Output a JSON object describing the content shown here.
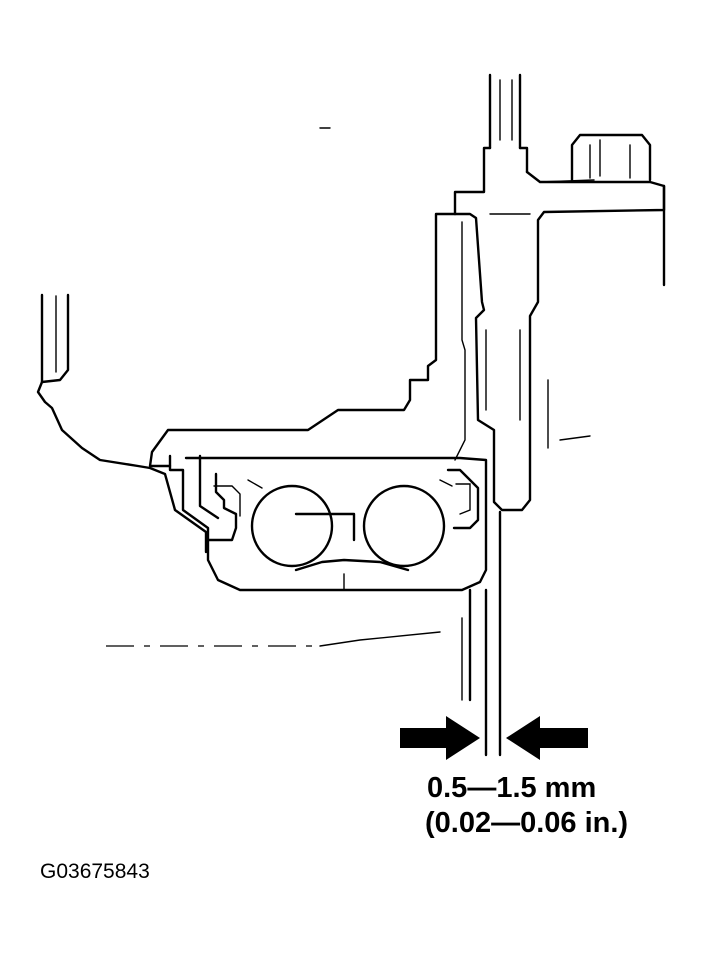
{
  "figure": {
    "measurement": {
      "metric": "0.5—1.5 mm",
      "imperial": "(0.02—0.06 in.)"
    },
    "figure_code": "G03675843"
  },
  "colors": {
    "ink": "#000000",
    "background": "#ffffff"
  }
}
